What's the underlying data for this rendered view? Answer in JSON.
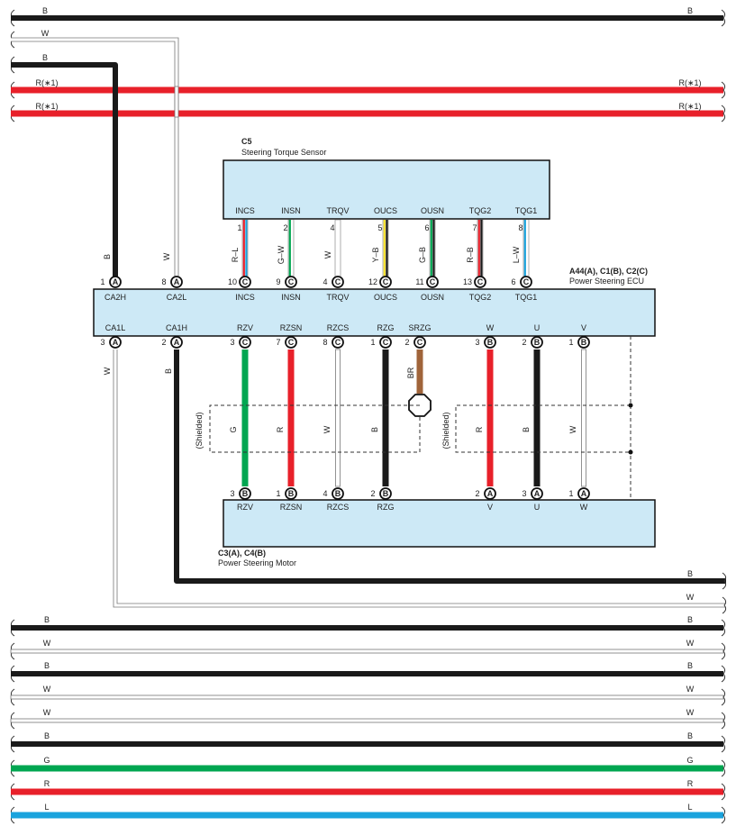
{
  "colors": {
    "B": "#1a1a1a",
    "W": "#ffffff",
    "R": "#e8202a",
    "G": "#00a651",
    "L": "#1aa3dd",
    "Y": "#f7e12a",
    "BR": "#a0643a",
    "box": "#cde9f6"
  },
  "bus_top": [
    {
      "code": "B",
      "left": "B",
      "right": "B"
    },
    {
      "code": "W",
      "left": "W",
      "right": ""
    },
    {
      "code": "B",
      "left": "B",
      "right": ""
    },
    {
      "code": "R",
      "left": "R(∗1)",
      "right": "R(∗1)"
    },
    {
      "code": "R",
      "left": "R(∗1)",
      "right": "R(∗1)"
    }
  ],
  "bus_bottom": [
    {
      "code": "B",
      "left": "",
      "right": "B"
    },
    {
      "code": "W",
      "left": "",
      "right": "W"
    },
    {
      "code": "B",
      "left": "B",
      "right": "B"
    },
    {
      "code": "W",
      "left": "W",
      "right": "W"
    },
    {
      "code": "B",
      "left": "B",
      "right": "B"
    },
    {
      "code": "W",
      "left": "W",
      "right": "W"
    },
    {
      "code": "W",
      "left": "W",
      "right": "W"
    },
    {
      "code": "B",
      "left": "B",
      "right": "B"
    },
    {
      "code": "G",
      "left": "G",
      "right": "G"
    },
    {
      "code": "R",
      "left": "R",
      "right": "R"
    },
    {
      "code": "L",
      "left": "L",
      "right": "L"
    }
  ],
  "sensor": {
    "id": "C5",
    "name": "Steering Torque Sensor",
    "pins": [
      {
        "term": "INCS",
        "num": "1",
        "wire": "R–L",
        "colors": [
          "R",
          "L"
        ]
      },
      {
        "term": "INSN",
        "num": "2",
        "wire": "G–W",
        "colors": [
          "G",
          "W"
        ]
      },
      {
        "term": "TRQV",
        "num": "4",
        "wire": "W",
        "colors": [
          "W"
        ]
      },
      {
        "term": "OUCS",
        "num": "5",
        "wire": "Y–B",
        "colors": [
          "Y",
          "B"
        ]
      },
      {
        "term": "OUSN",
        "num": "6",
        "wire": "G–B",
        "colors": [
          "G",
          "B"
        ]
      },
      {
        "term": "TQG2",
        "num": "7",
        "wire": "R–B",
        "colors": [
          "R",
          "B"
        ]
      },
      {
        "term": "TQG1",
        "num": "8",
        "wire": "L–W",
        "colors": [
          "L",
          "W"
        ]
      }
    ]
  },
  "ecu": {
    "id": "A44(A), C1(B), C2(C)",
    "name": "Power Steering ECU",
    "top_pins": [
      {
        "term": "CA2H",
        "num": "1",
        "conn": "A"
      },
      {
        "term": "CA2L",
        "num": "8",
        "conn": "A"
      },
      {
        "term": "INCS",
        "num": "10",
        "conn": "C"
      },
      {
        "term": "INSN",
        "num": "9",
        "conn": "C"
      },
      {
        "term": "TRQV",
        "num": "4",
        "conn": "C"
      },
      {
        "term": "OUCS",
        "num": "12",
        "conn": "C"
      },
      {
        "term": "OUSN",
        "num": "11",
        "conn": "C"
      },
      {
        "term": "TQG2",
        "num": "13",
        "conn": "C"
      },
      {
        "term": "TQG1",
        "num": "6",
        "conn": "C"
      }
    ],
    "bottom_pins": [
      {
        "term": "CA1L",
        "num": "3",
        "conn": "A"
      },
      {
        "term": "CA1H",
        "num": "2",
        "conn": "A"
      },
      {
        "term": "RZV",
        "num": "3",
        "conn": "C"
      },
      {
        "term": "RZSN",
        "num": "7",
        "conn": "C"
      },
      {
        "term": "RZCS",
        "num": "8",
        "conn": "C"
      },
      {
        "term": "RZG",
        "num": "1",
        "conn": "C"
      },
      {
        "term": "SRZG",
        "num": "2",
        "conn": "C"
      },
      {
        "term": "W",
        "num": "3",
        "conn": "B"
      },
      {
        "term": "U",
        "num": "2",
        "conn": "B"
      },
      {
        "term": "V",
        "num": "1",
        "conn": "B"
      }
    ]
  },
  "motor": {
    "id": "C3(A), C4(B)",
    "name": "Power Steering Motor",
    "pins": [
      {
        "term": "RZV",
        "num": "3",
        "conn": "B"
      },
      {
        "term": "RZSN",
        "num": "1",
        "conn": "B"
      },
      {
        "term": "RZCS",
        "num": "4",
        "conn": "B"
      },
      {
        "term": "RZG",
        "num": "2",
        "conn": "B"
      },
      {
        "term": "V",
        "num": "2",
        "conn": "A"
      },
      {
        "term": "U",
        "num": "3",
        "conn": "A"
      },
      {
        "term": "W",
        "num": "1",
        "conn": "A"
      }
    ]
  },
  "ca2_wires": [
    {
      "code": "B",
      "label": "B"
    },
    {
      "code": "W",
      "label": "W"
    }
  ],
  "ca1_wires": [
    {
      "code": "W",
      "label": "W"
    },
    {
      "code": "B",
      "label": "B"
    }
  ],
  "motor_wires": [
    {
      "code": "G",
      "label": "G"
    },
    {
      "code": "R",
      "label": "R"
    },
    {
      "code": "W",
      "label": "W"
    },
    {
      "code": "B",
      "label": "B"
    },
    {
      "code": "R",
      "label": "R"
    },
    {
      "code": "B",
      "label": "B"
    },
    {
      "code": "W",
      "label": "W"
    }
  ],
  "srzg_wire": {
    "code": "BR",
    "label": "BR"
  },
  "shield_label": "(Shielded)"
}
